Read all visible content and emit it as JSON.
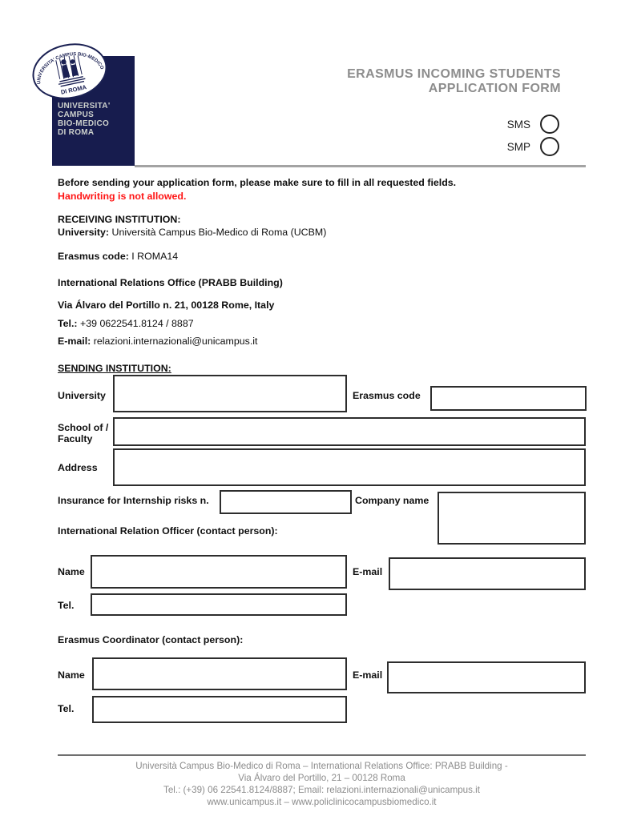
{
  "logo": {
    "seal_top_text": "UNIVERSITA' CAMPUS BIO-MEDICO",
    "seal_bottom_text": "DI ROMA",
    "block_lines": [
      "UNIVERSITA'",
      "CAMPUS",
      "BIO-MEDICO",
      "DI ROMA"
    ]
  },
  "header": {
    "title_line1": "ERASMUS INCOMING STUDENTS",
    "title_line2": "APPLICATION FORM",
    "sms_label": "SMS",
    "smp_label": "SMP"
  },
  "notice": {
    "line1": "Before sending your application form, please make sure to fill in all requested fields.",
    "line2": "Handwriting is not allowed."
  },
  "receiving": {
    "heading": "RECEIVING INSTITUTION:",
    "university_label": "University:",
    "university_value": " Università Campus Bio-Medico di Roma (UCBM)",
    "erasmus_code_label": "Erasmus code:",
    "erasmus_code_value": " I ROMA14",
    "office_line": "International Relations Office (PRABB Building)",
    "address_line": "Via Álvaro del Portillo n. 21, 00128 Rome, Italy",
    "tel_label": "Tel.:",
    "tel_value": " +39 0622541.8124 / 8887",
    "email_label": "E-mail:",
    "email_value": " relazioni.internazionali@unicampus.it"
  },
  "sending": {
    "heading": "SENDING INSTITUTION:",
    "university_label": "University",
    "erasmus_code_label": "Erasmus code",
    "school_label_line1": "School of /",
    "school_label_line2": "Faculty",
    "address_label": "Address",
    "insurance_label": "Insurance for Internship risks n.",
    "company_label": "Company name",
    "iro_heading": "International Relation Officer (contact person):",
    "coordinator_heading": "Erasmus Coordinator (contact person):",
    "name_label": "Name",
    "email_label": "E-mail",
    "tel_label": "Tel."
  },
  "footer": {
    "line1": "Università Campus Bio-Medico di Roma – International Relations Office: PRABB Building -",
    "line2": "Via Álvaro del Portillo, 21 – 00128 Roma",
    "line3": "Tel.: (+39) 06 22541.8124/8887; Email: relazioni.internazionali@unicampus.it",
    "line4": "www.unicampus.it – www.policlinicocampusbiomedico.it"
  },
  "colors": {
    "navy": "#171c4e",
    "title_gray": "#8d8d8d",
    "warning_red": "#ff1515",
    "footer_gray": "#8c8c8c"
  }
}
